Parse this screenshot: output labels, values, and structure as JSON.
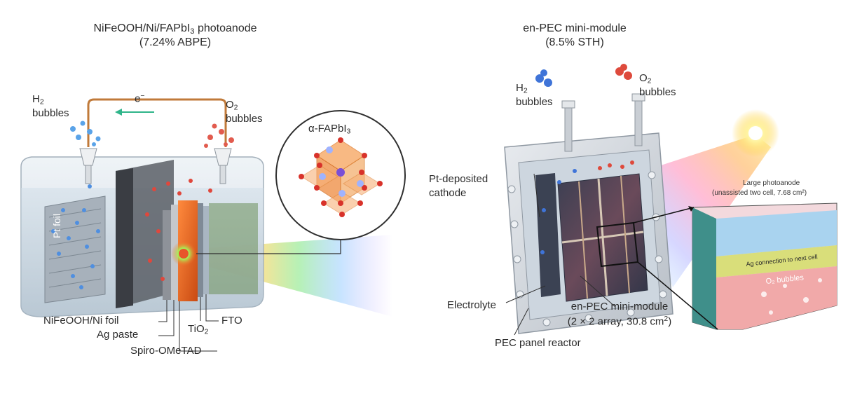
{
  "left_panel": {
    "title_part1": "NiFeOOH/Ni/FAPbI",
    "title_sub": "3",
    "title_part2": " photoanode",
    "subtitle": "(7.24% ABPE)",
    "h2_label": "H",
    "h2_sub": "2",
    "bubbles_word": "bubbles",
    "o2_label": "O",
    "o2_sub": "2",
    "electron_label": "e",
    "electron_sup": "−",
    "crystal_label_prefix": "α-FAPbI",
    "crystal_label_sub": "3",
    "pt_foil": "Pt foil",
    "nifeooh_ni_foil": "NiFeOOH/Ni foil",
    "ag_paste": "Ag paste",
    "spiro": "Spiro-OMeTAD",
    "tio2_prefix": "TiO",
    "tio2_sub": "2",
    "fto": "FTO"
  },
  "right_panel": {
    "title": "en-PEC mini-module",
    "subtitle": "(8.5% STH)",
    "h2_label": "H",
    "h2_sub": "2",
    "bubbles_word": "bubbles",
    "o2_label": "O",
    "o2_sub": "2",
    "pt_cathode_line1": "Pt-deposited",
    "pt_cathode_line2": "cathode",
    "electrolyte": "Electrolyte",
    "module_line1": "en-PEC mini-module",
    "module_line2_prefix": "(2 × 2 array, 30.8 cm",
    "module_line2_sup": "2",
    "module_line2_suffix": ")",
    "panel_reactor": "PEC panel reactor",
    "large_photoanode": "Large photoanode",
    "large_photoanode_detail": "(unassisted two cell, 7.68 cm²)",
    "ag_connection": "Ag connection to next cell",
    "inset_o2_bubbles": "O₂ bubbles"
  }
}
